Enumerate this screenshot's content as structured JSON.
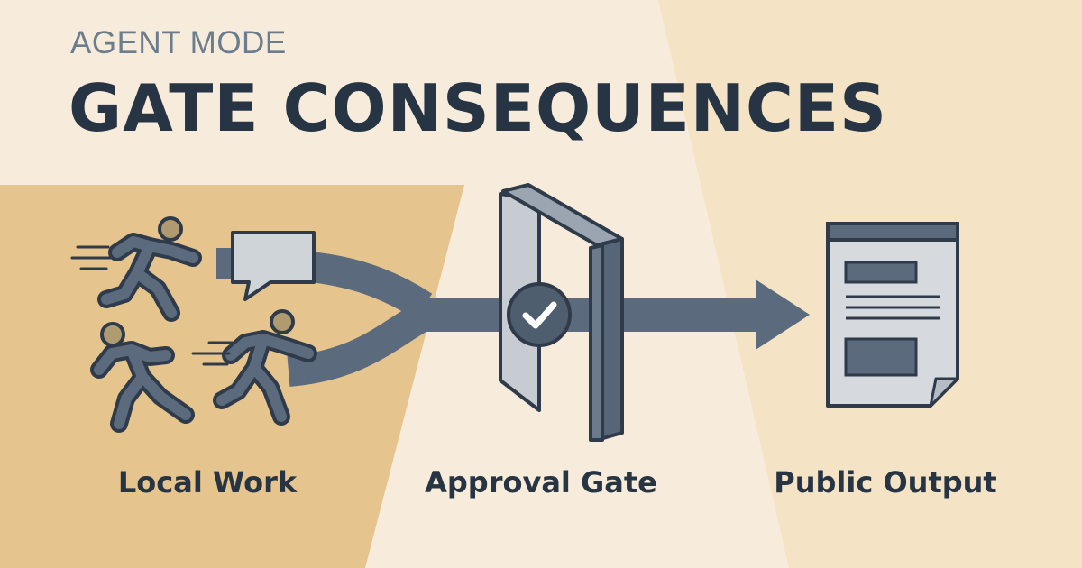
{
  "header": {
    "eyebrow": "AGENT MODE",
    "title": "GATE CONSEQUENCES"
  },
  "stages": [
    {
      "id": "local-work",
      "label": "Local Work"
    },
    {
      "id": "approval-gate",
      "label": "Approval Gate"
    },
    {
      "id": "public-output",
      "label": "Public Output"
    }
  ],
  "colors": {
    "background": "#f7ecdb",
    "local_panel": "#e6c48e",
    "output_panel": "#f4e3c5",
    "ink": "#263444",
    "flow": "#5b6b7d",
    "icon_fill": "#cfd4d9"
  }
}
